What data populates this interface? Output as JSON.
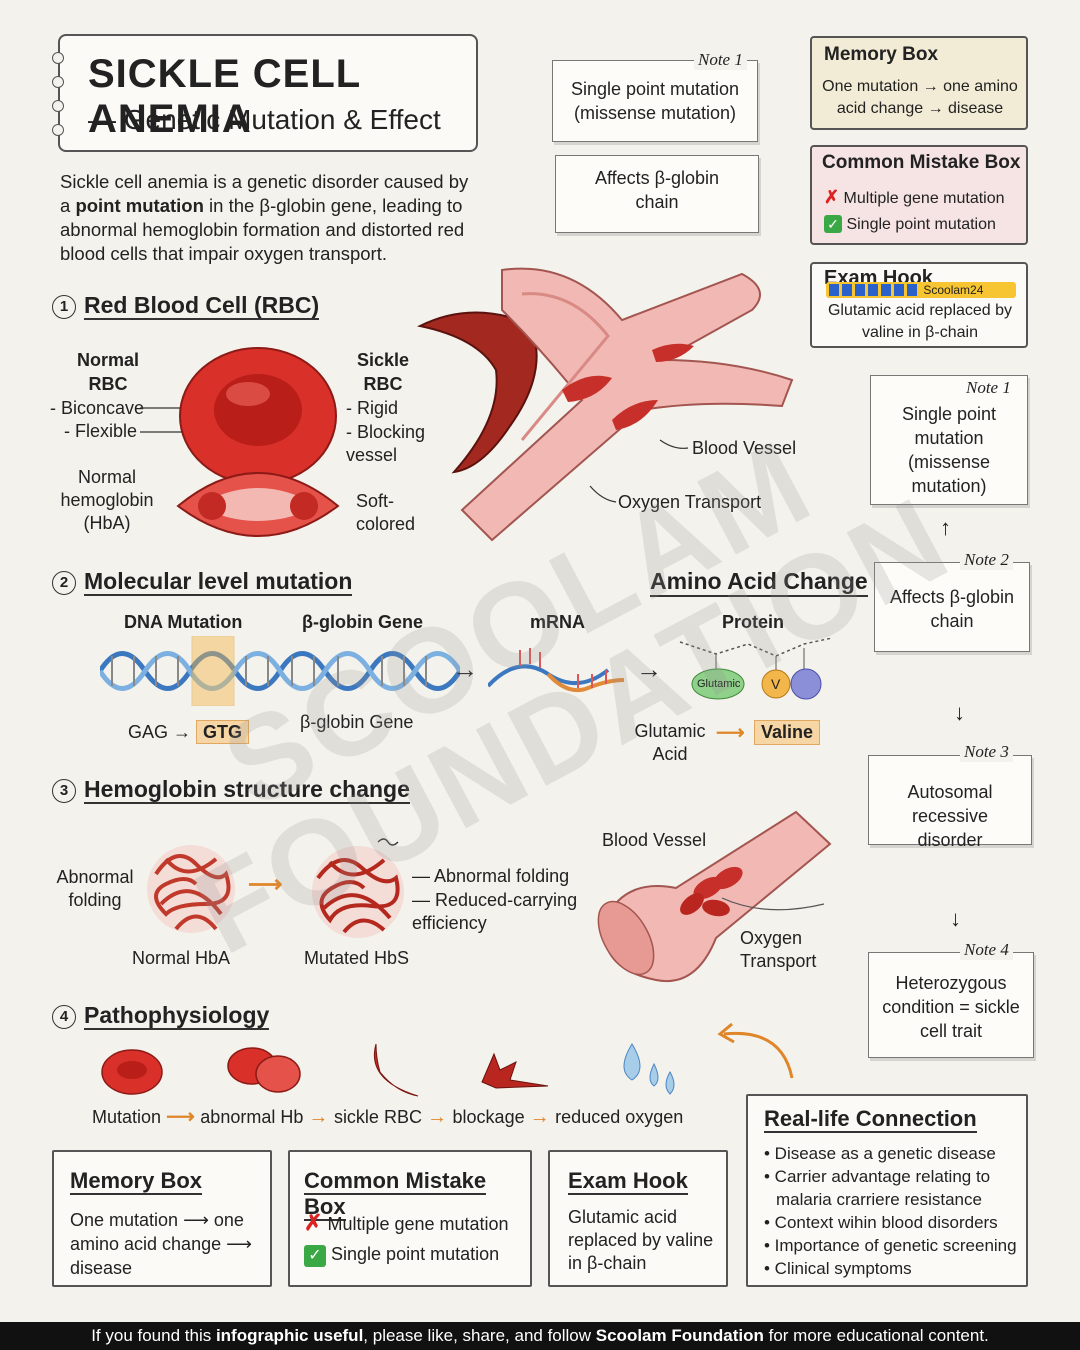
{
  "title": {
    "line1": "SICKLE CELL ANEMIA",
    "line2": "— Genetic Mutation & Effect"
  },
  "intro": {
    "part1": "Sickle cell anemia is a genetic disorder caused by a ",
    "bold": "point mutation",
    "part2": " in the β-globin gene, leading to abnormal hemoglobin formation and distorted red blood cells that impair oxygen transport."
  },
  "top_notes": {
    "note1_tag": "Note 1",
    "note1_text": "Single point mutation (missense mutation)",
    "note2_text": "Affects β-globin chain"
  },
  "right_top": {
    "memory_title": "Memory Box",
    "memory_text": "One mutation → one amino acid change → disease",
    "mistake_title": "Common Mistake Box",
    "mistake_wrong": "Multiple gene mutation",
    "mistake_right": "Single point mutation",
    "exam_title": "Exam Hook",
    "exam_badge": "Scoolam24",
    "exam_text": "Glutamic acid replaced by valine in β-chain"
  },
  "section1": {
    "num": "1",
    "title": "Red Blood Cell (RBC)",
    "normal_title": "Normal RBC",
    "normal_items": [
      "- Biconcave",
      "- Flexible"
    ],
    "normal_hb": "Normal hemoglobin (HbA)",
    "sickle_title": "Sickle RBC",
    "sickle_items": [
      "- Rigid",
      "- Blocking vessel"
    ],
    "soft": "Soft- colored",
    "blood_vessel": "Blood Vessel",
    "oxygen_transport": "Oxygen Transport"
  },
  "side_notes": [
    {
      "tag": "Note 1",
      "text": "Single point mutation (missense mutation)"
    },
    {
      "tag": "Note 2",
      "text": "Affects β-globin chain"
    },
    {
      "tag": "Note 3",
      "text": "Autosomal recessive disorder"
    },
    {
      "tag": "Note 4",
      "text": "Heterozygous condition = sickle cell trait"
    }
  ],
  "section2": {
    "num": "2",
    "title": "Molecular level mutation",
    "amino_title": "Amino Acid Change",
    "dna_mutation": "DNA Mutation",
    "bglobin_gene_top": "β-globin Gene",
    "bglobin_gene_bottom": "β-globin Gene",
    "gag": "GAG",
    "gtg": "GTG",
    "mrna": "mRNA",
    "protein": "Protein",
    "glutamic_small": "Glutamic",
    "v_small": "V",
    "glutamic_acid": "Glutamic Acid",
    "valine": "Valine"
  },
  "section3": {
    "num": "3",
    "title": "Hemoglobin structure change",
    "abnormal_folding_left": "Abnormal folding",
    "normal_hba": "Normal HbA",
    "mutated_hbs": "Mutated HbS",
    "abnormal_folding_right": "Abnormal folding",
    "reduced": "Reduced-carrying efficiency",
    "blood_vessel": "Blood Vessel",
    "oxygen_transport": "Oxygen Transport"
  },
  "section4": {
    "num": "4",
    "title": "Pathophysiology",
    "flow": [
      "Mutation",
      "abnormal Hb",
      "sickle RBC",
      "blockage",
      "reduced oxygen"
    ]
  },
  "bottom": {
    "memory_title": "Memory Box",
    "memory_text": "One mutation ⟶ one amino acid change ⟶ disease",
    "mistake_title": "Common Mistake Box",
    "mistake_wrong": "Multiple gene mutation",
    "mistake_right": "Single point mutation",
    "exam_title": "Exam Hook",
    "exam_text": "Glutamic acid replaced by valine in β-chain",
    "real_title": "Real-life Connection",
    "real_items": [
      "• Disease as a genetic disease",
      "• Carrier advantage relating to malaria crarriere resistance",
      "• Context wihin blood disorders",
      "• Importance of genetic screening",
      "• Clinical symptoms"
    ]
  },
  "watermark": {
    "line1": "SCOOLAM",
    "line2": "FOUNDATION"
  },
  "footer": {
    "p1": "If you found this ",
    "b1": "infographic useful",
    "p2": ", please like, share, and follow ",
    "b2": "Scoolam Foundation",
    "p3": " for more educational content."
  },
  "colors": {
    "rbc_red": "#d9302a",
    "vessel_pink": "#f1b8b4",
    "accent_orange": "#e0862a",
    "dna_blue": "#4a86c5"
  }
}
